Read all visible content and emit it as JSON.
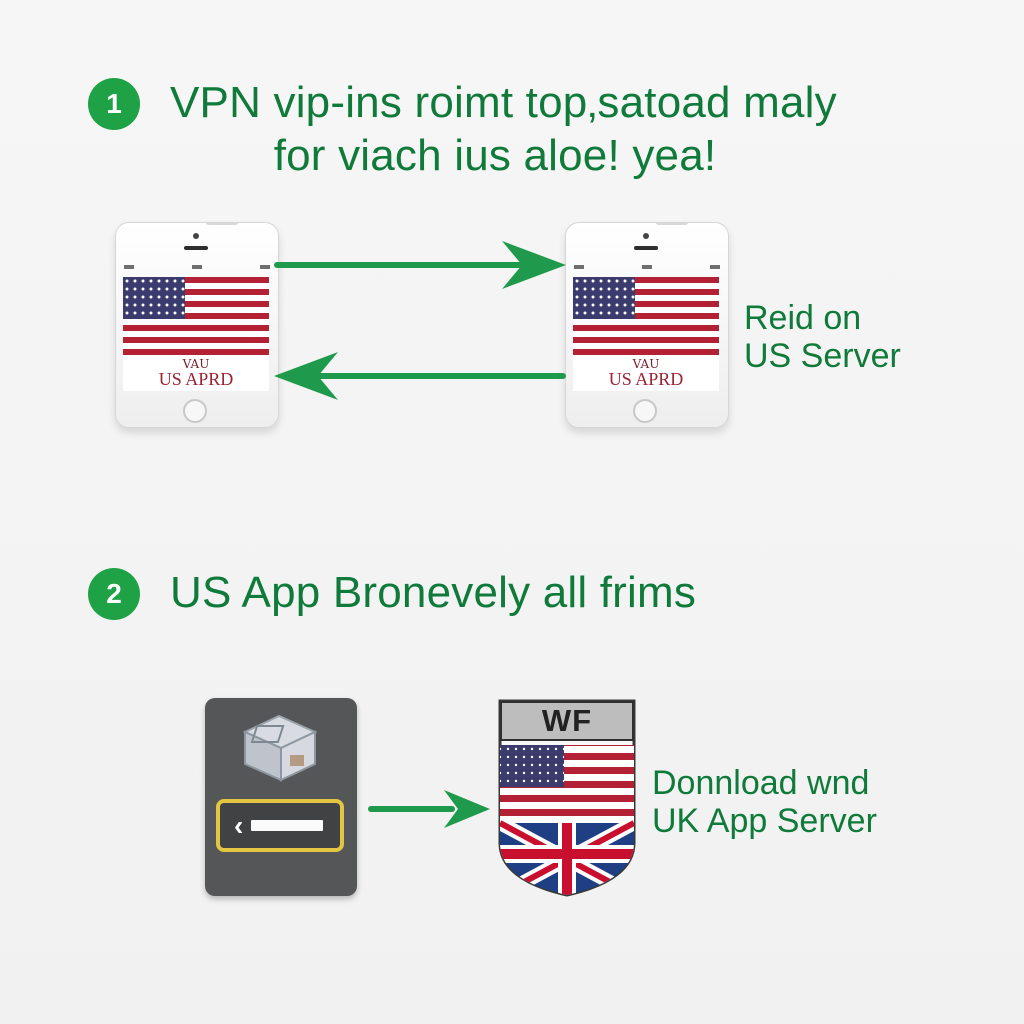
{
  "colors": {
    "accent_green": "#1ea245",
    "text_green": "#0f7a3a",
    "flag_red": "#b22234",
    "flag_blue": "#3c3b6e",
    "flag_white": "#ffffff",
    "device_dark": "#555657",
    "input_border": "#e2c543"
  },
  "step1": {
    "number": "1",
    "title_line1": "VPN vip-ins roimt top‚satoad maly",
    "title_line2": "for viach ius aloe! yea!",
    "phone_left": {
      "screen_small_text": "VAU",
      "screen_text": "US APRD"
    },
    "phone_right": {
      "screen_small_text": "VAU",
      "screen_text": "US APRD"
    },
    "side_label_line1": "Reid on",
    "side_label_line2": "US Server"
  },
  "step2": {
    "number": "2",
    "title": "US App Bronevely all frims",
    "shield_banner": "WF",
    "side_label_line1": "Donnload wnd",
    "side_label_line2": "UK App Server"
  },
  "icons": {
    "step_badge": "circle",
    "phone": "smartphone",
    "us_flag": "flag-usa",
    "uk_flag": "flag-uk",
    "cube": "package-cube",
    "back_arrow": "chevron-left",
    "arrow_right": "arrow-right",
    "arrow_left": "arrow-left",
    "shield": "shield"
  }
}
